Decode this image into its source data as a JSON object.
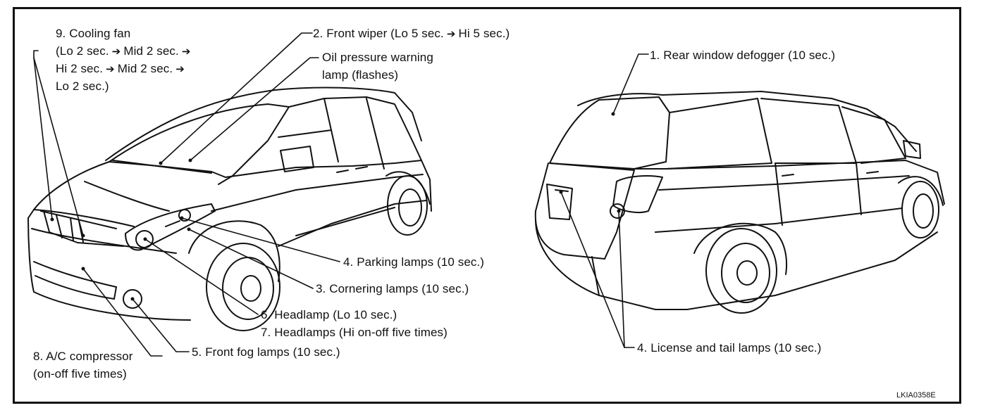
{
  "labels": {
    "cooling_fan": {
      "line1": "9. Cooling fan",
      "line2a": "(Lo 2 sec.",
      "line2b": "Mid 2 sec.",
      "line3a": "Hi 2 sec.",
      "line3b": "Mid 2 sec.",
      "line4": "Lo 2 sec.)"
    },
    "front_wiper": {
      "a": "2. Front wiper (Lo 5 sec.",
      "b": "Hi 5 sec.)"
    },
    "oil_pressure": {
      "line1": "Oil pressure warning",
      "line2": "lamp (flashes)"
    },
    "rear_defogger": "1. Rear window defogger (10 sec.)",
    "parking_lamps": "4. Parking lamps (10 sec.)",
    "cornering_lamps": "3. Cornering lamps (10 sec.)",
    "headlamp_lo": "6. Headlamp (Lo 10 sec.)",
    "headlamps_hi": "7. Headlamps (Hi on-off five times)",
    "fog_lamps": "5. Front fog lamps (10 sec.)",
    "ac_compressor": {
      "line1": "8. A/C compressor",
      "line2": "(on-off five times)"
    },
    "license_tail": "4. License and tail lamps (10 sec.)"
  },
  "arrow_glyph": "➔",
  "figure_code": "LKIA0358E"
}
